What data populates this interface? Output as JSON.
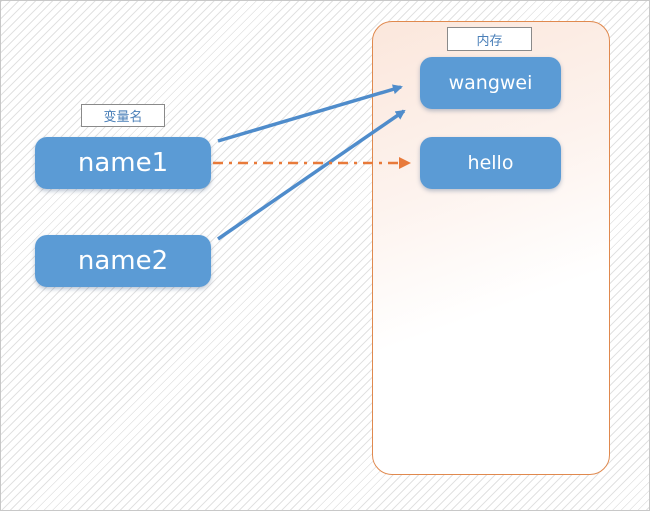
{
  "labels": {
    "variable_names": "变量名",
    "memory": "内存"
  },
  "variables": [
    {
      "name": "name1"
    },
    {
      "name": "name2"
    }
  ],
  "memory_values": [
    {
      "value": "wangwei"
    },
    {
      "value": "hello"
    }
  ],
  "colors": {
    "node_fill": "#5b9bd5",
    "reference_arrow": "#4f8ccb",
    "old_reference_arrow": "#e87a3a",
    "memory_border": "#e0894e"
  }
}
